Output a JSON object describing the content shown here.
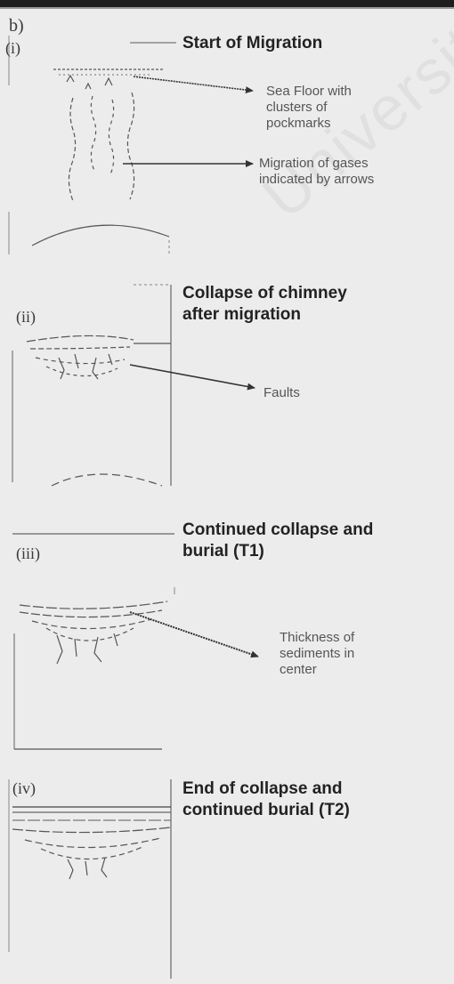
{
  "figure_label": "b)",
  "watermark": "University",
  "stages": [
    {
      "numeral": "(i)",
      "title_lines": [
        "Start of Migration"
      ],
      "annotations": [
        {
          "lines": [
            "Sea Floor with",
            "clusters of",
            "pockmarks"
          ]
        },
        {
          "lines": [
            "Migration of gases",
            "indicated by arrows"
          ]
        }
      ]
    },
    {
      "numeral": "(ii)",
      "title_lines": [
        "Collapse of chimney",
        "after migration"
      ],
      "annotations": [
        {
          "lines": [
            "Faults"
          ]
        }
      ]
    },
    {
      "numeral": "(iii)",
      "title_lines": [
        "Continued collapse and",
        "burial (T1)"
      ],
      "annotations": [
        {
          "lines": [
            "Thickness of",
            "sediments in",
            "center"
          ]
        }
      ]
    },
    {
      "numeral": "(iv)",
      "title_lines": [
        "End of collapse and",
        "continued burial (T2)"
      ],
      "annotations": []
    }
  ]
}
